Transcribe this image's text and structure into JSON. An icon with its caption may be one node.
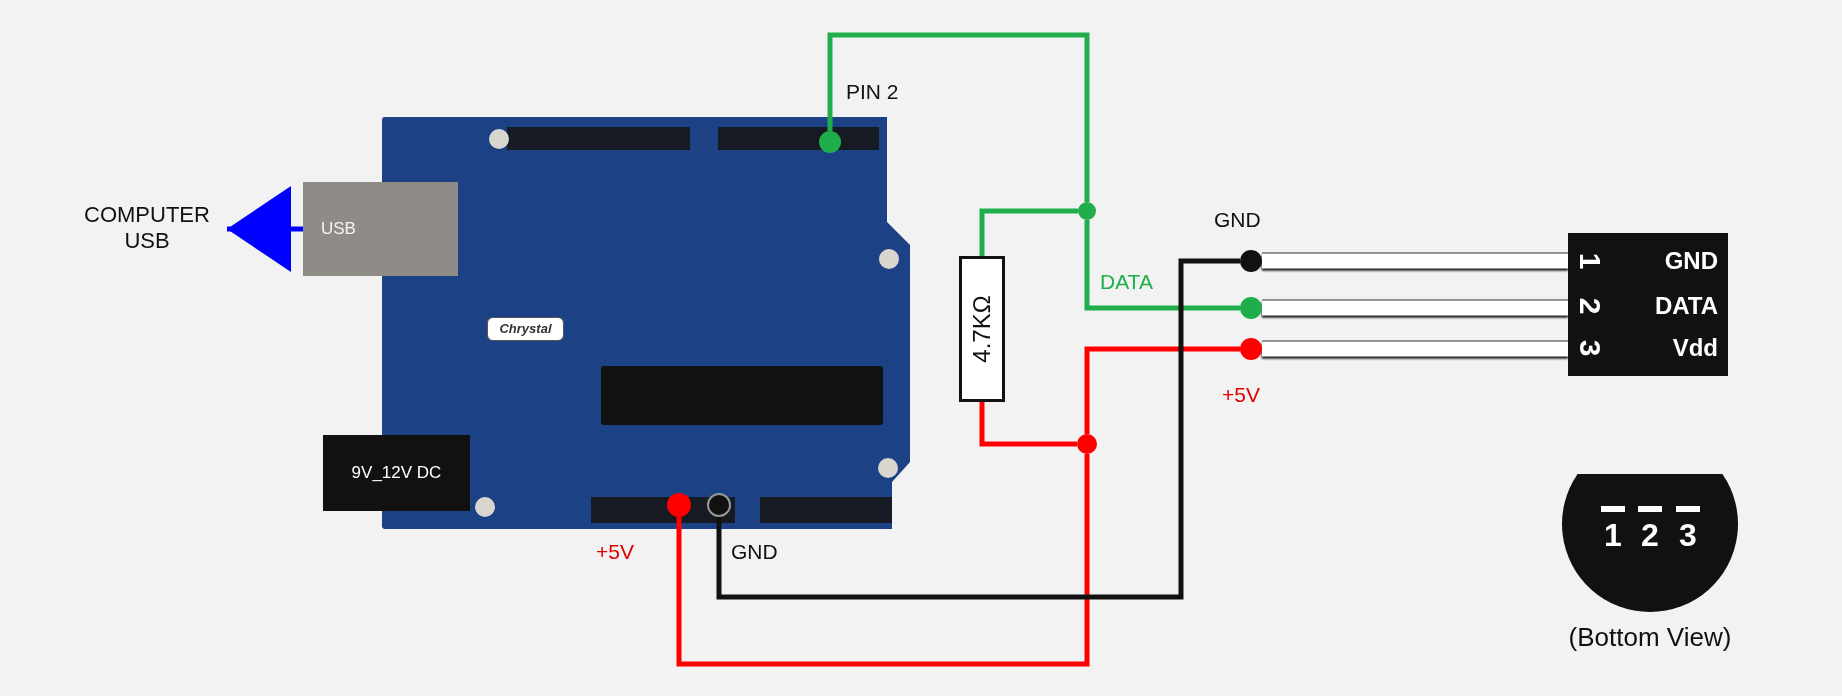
{
  "diagram": {
    "nodes": [
      {
        "text": [
          "COMPUTER USB"
        ]
      },
      {
        "text": [],
        "shape": "box"
      },
      {
        "text": [
          "USB"
        ]
      },
      {
        "text": [
          "9V_12V DC"
        ]
      },
      {
        "text": [
          "Chrystal"
        ],
        "in": 1
      },
      {
        "text": [],
        "shape": "box",
        "in": 1
      },
      {
        "text": [],
        "shape": "circle",
        "in": 1,
        "beside": [
          "PIN 2"
        ]
      },
      {
        "text": [],
        "shape": "circle",
        "in": 1,
        "beside": [
          "+5V"
        ]
      },
      {
        "text": [],
        "shape": "circle",
        "in": 1,
        "beside": [
          "GND"
        ]
      },
      {
        "text": [
          "4.7KΩ"
        ]
      },
      {
        "text": [],
        "shape": "circle"
      },
      {
        "text": [],
        "shape": "circle"
      },
      {
        "text": [],
        "shape": "circle",
        "beside": [
          "GND"
        ]
      },
      {
        "text": [],
        "shape": "circle"
      },
      {
        "text": [],
        "shape": "circle",
        "beside": [
          "+5V"
        ]
      },
      {
        "text": [
          "1",
          "GND",
          "2",
          "DATA",
          "3",
          "Vdd"
        ]
      },
      {
        "text": [
          "1",
          "2",
          "3"
        ],
        "beside": [
          "(Bottom View)"
        ]
      }
    ],
    "edges": [
      {
        "from": 2,
        "to": 0,
        "arrow": "to",
        "color": "#0000ff"
      },
      {
        "from": 6,
        "to": 10,
        "arrow": "none",
        "color": "#1fae4b"
      },
      {
        "from": 10,
        "to": 9,
        "arrow": "none",
        "color": "#1fae4b"
      },
      {
        "from": 10,
        "to": 13,
        "arrow": "none",
        "color": "#1fae4b",
        "label": "DATA"
      },
      {
        "from": 9,
        "to": 11,
        "arrow": "none",
        "color": "#ff0000"
      },
      {
        "from": 11,
        "to": 14,
        "arrow": "none",
        "color": "#ff0000"
      },
      {
        "from": 11,
        "to": 7,
        "arrow": "none",
        "color": "#ff0000"
      },
      {
        "from": 8,
        "to": 12,
        "arrow": "none",
        "color": "#111111"
      },
      {
        "from": 12,
        "to": 15,
        "arrow": "none",
        "style": "thick",
        "color": "#ffffff"
      },
      {
        "from": 13,
        "to": 15,
        "arrow": "none",
        "style": "thick",
        "color": "#ffffff"
      },
      {
        "from": 14,
        "to": 15,
        "arrow": "none",
        "style": "thick",
        "color": "#ffffff"
      }
    ]
  }
}
